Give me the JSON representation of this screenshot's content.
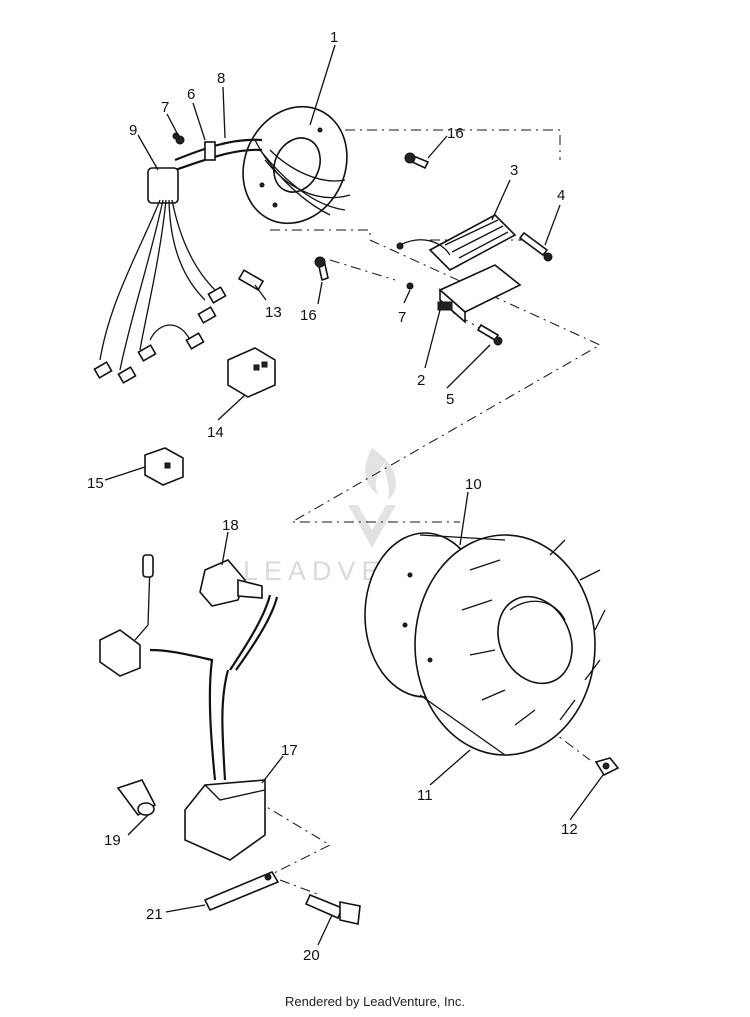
{
  "callouts": {
    "c1": "1",
    "c2": "2",
    "c3": "3",
    "c4": "4",
    "c5": "5",
    "c6": "6",
    "c7a": "7",
    "c7b": "7",
    "c8": "8",
    "c9": "9",
    "c10": "10",
    "c11": "11",
    "c12": "12",
    "c13": "13",
    "c14": "14",
    "c15": "15",
    "c16a": "16",
    "c16b": "16",
    "c17": "17",
    "c18": "18",
    "c19": "19",
    "c20": "20",
    "c21": "21"
  },
  "watermark": {
    "text": "LEADVENTURE",
    "color": "#d9d9d9"
  },
  "footer": {
    "text": "Rendered by LeadVenture, Inc."
  }
}
